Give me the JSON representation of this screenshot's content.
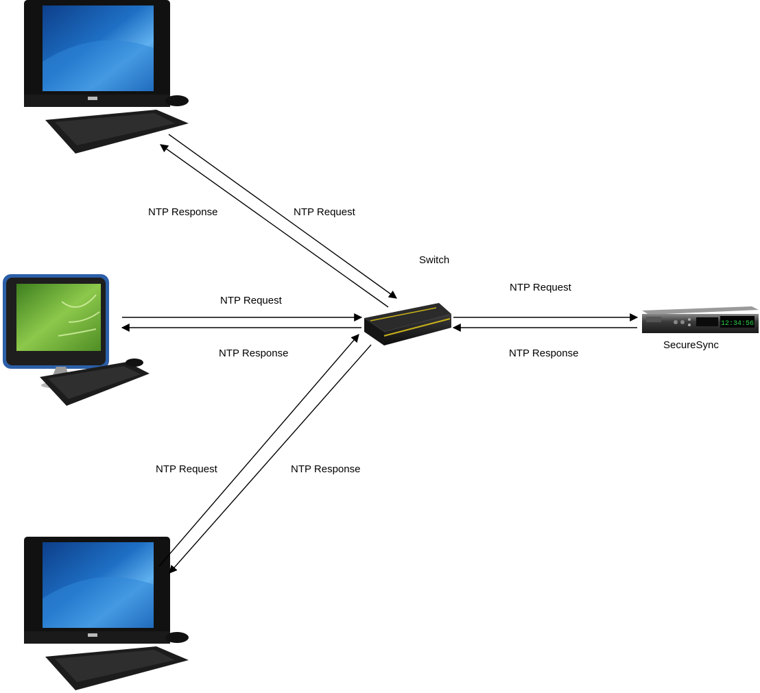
{
  "switch": {
    "label": "Switch"
  },
  "server": {
    "label": "SecureSync",
    "display_text": "12:34:56"
  },
  "links": {
    "top": {
      "request": "NTP Request",
      "response": "NTP Response"
    },
    "middle": {
      "request": "NTP Request",
      "response": "NTP Response"
    },
    "bottom": {
      "request": "NTP Request",
      "response": "NTP Response"
    },
    "server": {
      "request": "NTP Request",
      "response": "NTP Response"
    }
  },
  "colors": {
    "monitor_screen": "#1e6fc4",
    "monitor_screen_green": "#6fb13a",
    "monitor_frame_blue": "#2c5fa8",
    "device_body": "#1b1b1b",
    "switch_trim": "#c9b21a",
    "server_display": "#2ad14a"
  }
}
